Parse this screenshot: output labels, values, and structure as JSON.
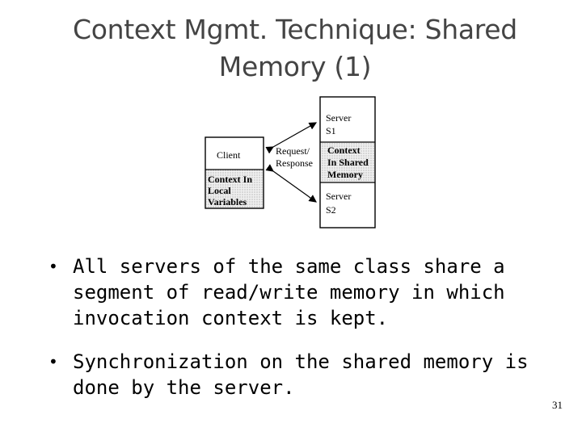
{
  "slide": {
    "title_line1": "Context Mgmt. Technique: Shared",
    "title_line2": "Memory (1)",
    "page_number": "31"
  },
  "figure": {
    "client_label": "Client",
    "context_local_line1": "Context In",
    "context_local_line2": "Local",
    "context_local_line3": "Variables",
    "request_line1": "Request/",
    "request_line2": "Response",
    "server1_line1": "Server",
    "server1_line2": "S1",
    "shared_line1": "Context",
    "shared_line2": "In Shared",
    "shared_line3": "Memory",
    "server2_line1": "Server",
    "server2_line2": "S2"
  },
  "bullets": [
    {
      "marker": "•",
      "text": "All servers of the same class share a segment of read/write memory in which invocation context is kept."
    },
    {
      "marker": "•",
      "text": "Synchronization on the shared memory is done by the server."
    }
  ]
}
